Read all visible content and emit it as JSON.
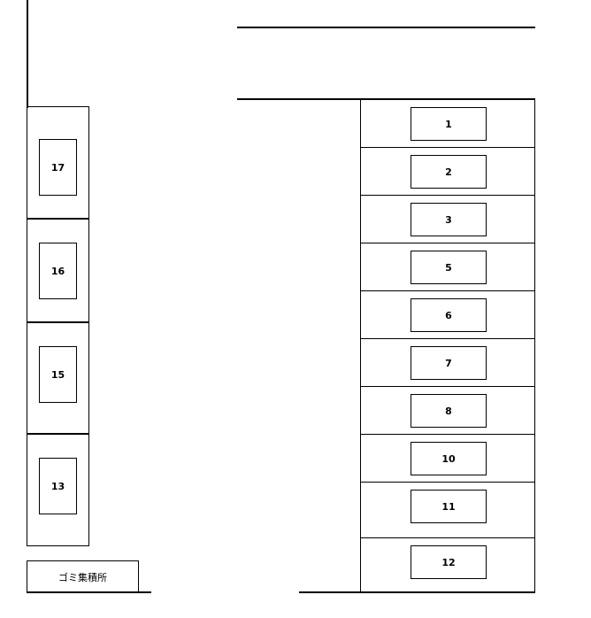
{
  "right_stalls": [
    "1",
    "2",
    "3",
    "5",
    "6",
    "7",
    "8",
    "10",
    "11",
    "12"
  ],
  "left_stalls": [
    "17",
    "16",
    "15",
    "13"
  ],
  "garbage_area": {
    "label": "ゴミ集積所"
  }
}
